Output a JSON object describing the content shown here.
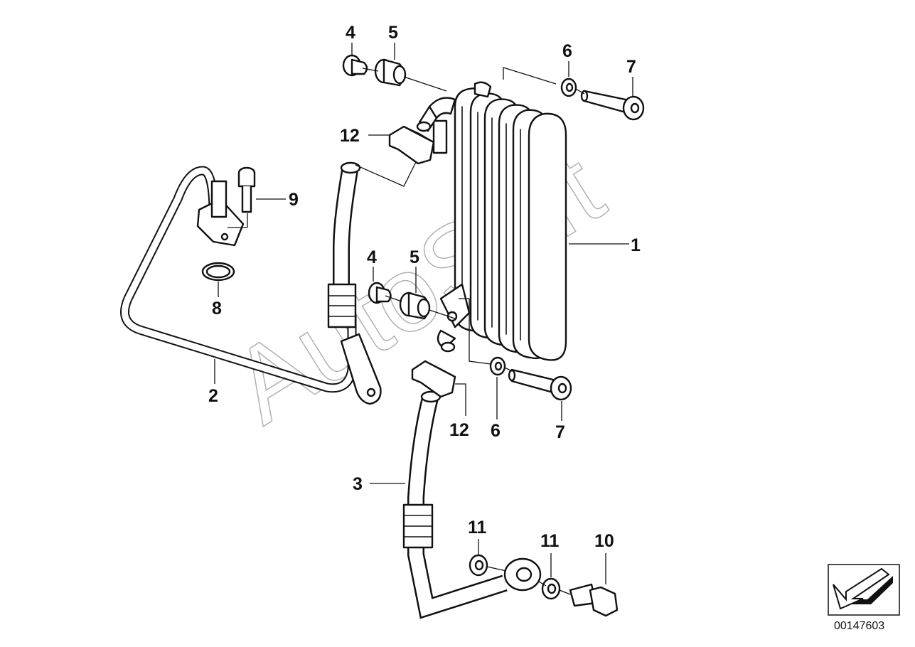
{
  "watermark": "AutoSoft",
  "diagram_id": "00147603",
  "parts": [
    {
      "number": "1"
    },
    {
      "number": "2"
    },
    {
      "number": "3"
    },
    {
      "number": "4"
    },
    {
      "number": "5"
    },
    {
      "number": "6"
    },
    {
      "number": "7"
    },
    {
      "number": "8"
    },
    {
      "number": "9"
    },
    {
      "number": "10"
    },
    {
      "number": "11"
    },
    {
      "number": "12"
    }
  ],
  "icons": {
    "direction_arrow": "arrow-down-left-icon"
  }
}
